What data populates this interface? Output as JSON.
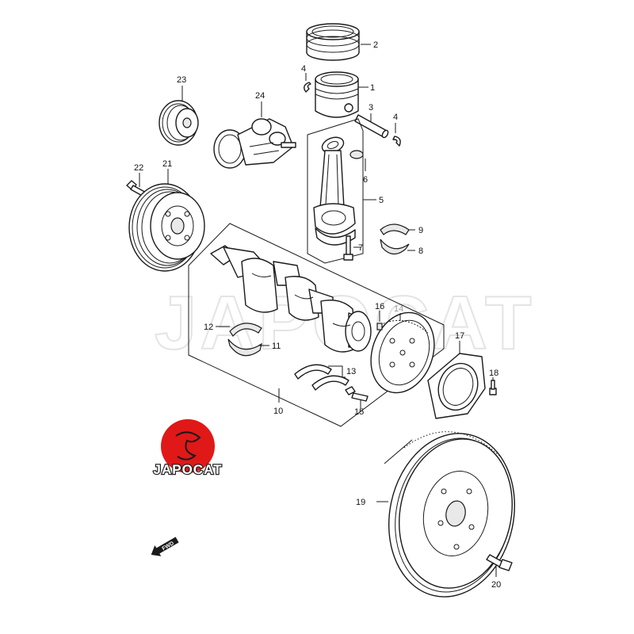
{
  "watermark": {
    "text": "JAPOCAT"
  },
  "logo": {
    "text": "JAPOCAT",
    "color": "#e01818"
  },
  "fwd_marker": {
    "text": "FWD"
  },
  "callouts": {
    "c1": "1",
    "c2": "2",
    "c3": "3",
    "c4a": "4",
    "c4b": "4",
    "c5": "5",
    "c6": "6",
    "c7": "7",
    "c8": "8",
    "c9": "9",
    "c10": "10",
    "c11": "11",
    "c12": "12",
    "c13": "13",
    "c14": "14",
    "c15": "15",
    "c16": "16",
    "c17": "17",
    "c18": "18",
    "c19": "19",
    "c20": "20",
    "c21": "21",
    "c22": "22",
    "c23": "23",
    "c24": "24"
  }
}
